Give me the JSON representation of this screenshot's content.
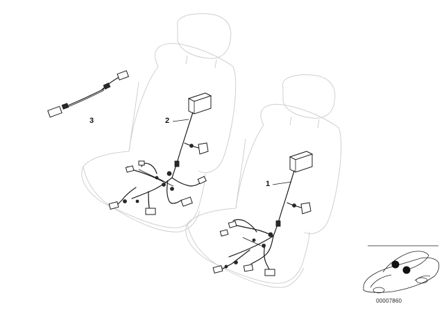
{
  "callouts": {
    "item1": "1",
    "item2": "2",
    "item3": "3"
  },
  "diagram_code": "00007860",
  "colors": {
    "line": "#1a1a1a",
    "seat_outline": "#cfcfcf",
    "background": "#ffffff"
  }
}
